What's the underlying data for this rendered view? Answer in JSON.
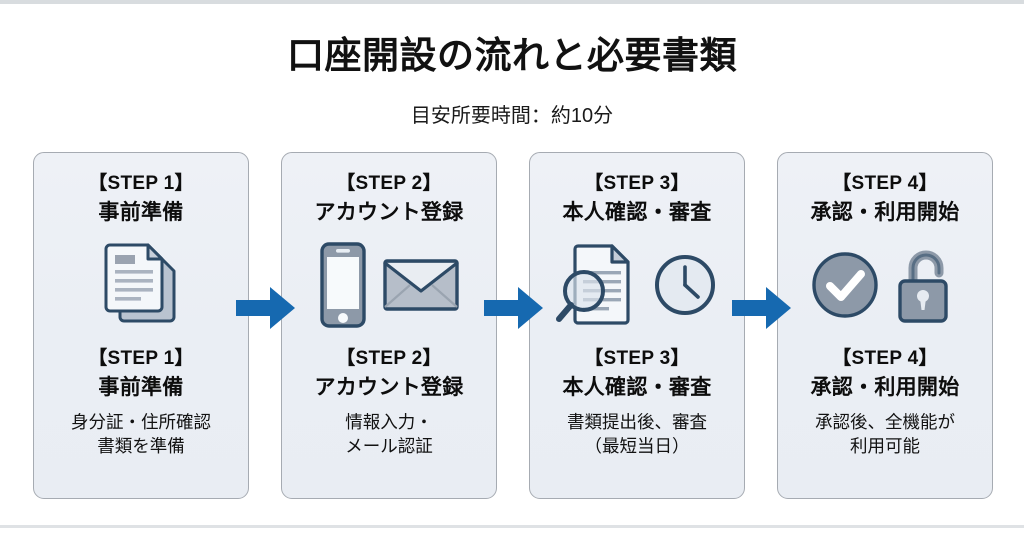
{
  "header": {
    "title": "口座開設の流れと必要書類",
    "subtitle": "目安所要時間：約10分"
  },
  "colors": {
    "arrow_blue": "#1669b0",
    "card_bg": "#eef1f6",
    "card_border": "#a6abb2",
    "icon_outline": "#2d4a66",
    "icon_gray": "#8d99a8",
    "text": "#111111"
  },
  "steps": [
    {
      "top_label": "【STEP 1】",
      "top_title": "事前準備",
      "icon": "documents-icon",
      "bottom_label": "【STEP 1】",
      "bottom_title": "事前準備",
      "desc_line1": "身分証・住所確認",
      "desc_line2": "書類を準備"
    },
    {
      "top_label": "【STEP 2】",
      "top_title": "アカウント登録",
      "icon": "smartphone-and-envelope-icon",
      "bottom_label": "【STEP 2】",
      "bottom_title": "アカウント登録",
      "desc_line1": "情報入力・",
      "desc_line2": "メール認証"
    },
    {
      "top_label": "【STEP 3】",
      "top_title": "本人確認・審査",
      "icon": "document-magnifier-and-clock-icon",
      "bottom_label": "【STEP 3】",
      "bottom_title": "本人確認・審査",
      "desc_line1": "書類提出後、審査",
      "desc_line2": "（最短当日）"
    },
    {
      "top_label": "【STEP 4】",
      "top_title": "承認・利用開始",
      "icon": "check-circle-and-unlocked-padlock-icon",
      "bottom_label": "【STEP 4】",
      "bottom_title": "承認・利用開始",
      "desc_line1": "承認後、全機能が",
      "desc_line2": "利用可能"
    }
  ],
  "arrows": [
    {
      "name": "arrow-step1-to-step2"
    },
    {
      "name": "arrow-step2-to-step3"
    },
    {
      "name": "arrow-step3-to-step4"
    }
  ]
}
